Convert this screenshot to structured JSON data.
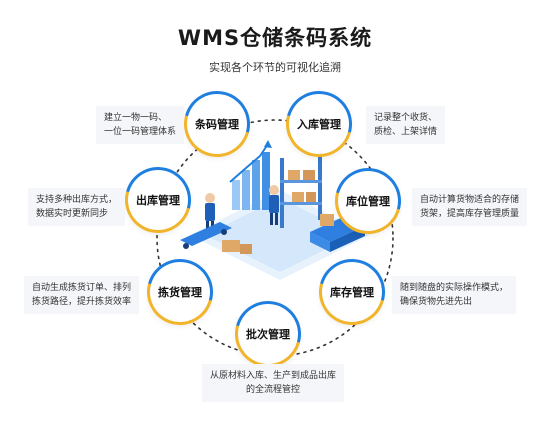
{
  "title": "WMS仓储条码系统",
  "subtitle": "实现各个环节的可视化追溯",
  "colors": {
    "blue": "#1f7fe0",
    "yellow": "#f2b42a",
    "desc_bg": "#f4f6f9"
  },
  "nodes": {
    "barcode": {
      "label": "条码管理",
      "desc": [
        "建立一物一码、",
        "一位一码管理体系"
      ]
    },
    "inbound": {
      "label": "入库管理",
      "desc": [
        "记录整个收货、",
        "质检、上架详情"
      ]
    },
    "location": {
      "label": "库位管理",
      "desc": [
        "自动计算货物适合的存储",
        "货架，提高库存管理质量"
      ]
    },
    "inventory": {
      "label": "库存管理",
      "desc": [
        "随到随盘的实际操作模式，",
        "确保货物先进先出"
      ]
    },
    "batch": {
      "label": "批次管理",
      "desc": [
        "从原材料入库、生产到成品出库",
        "的全流程管控"
      ]
    },
    "picking": {
      "label": "拣货管理",
      "desc": [
        "自动生成拣货订单、排列",
        "拣货路径，提升拣货效率"
      ]
    },
    "outbound": {
      "label": "出库管理",
      "desc": [
        "支持多种出库方式，",
        "数据实时更新同步"
      ]
    }
  },
  "illustration": {
    "name": "warehouse-isometric-illustration"
  }
}
